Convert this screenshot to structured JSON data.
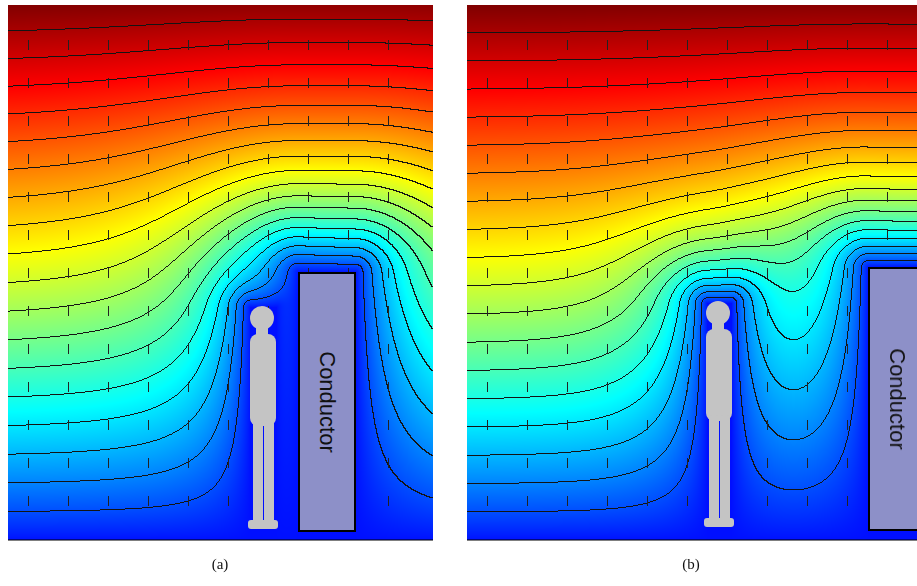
{
  "diagram": {
    "nodes": [
      {
        "text": [
          "Conductor"
        ]
      },
      {
        "text": [
          "Conductor"
        ]
      }
    ],
    "labels": [
      "(a)",
      "(b)"
    ]
  }
}
